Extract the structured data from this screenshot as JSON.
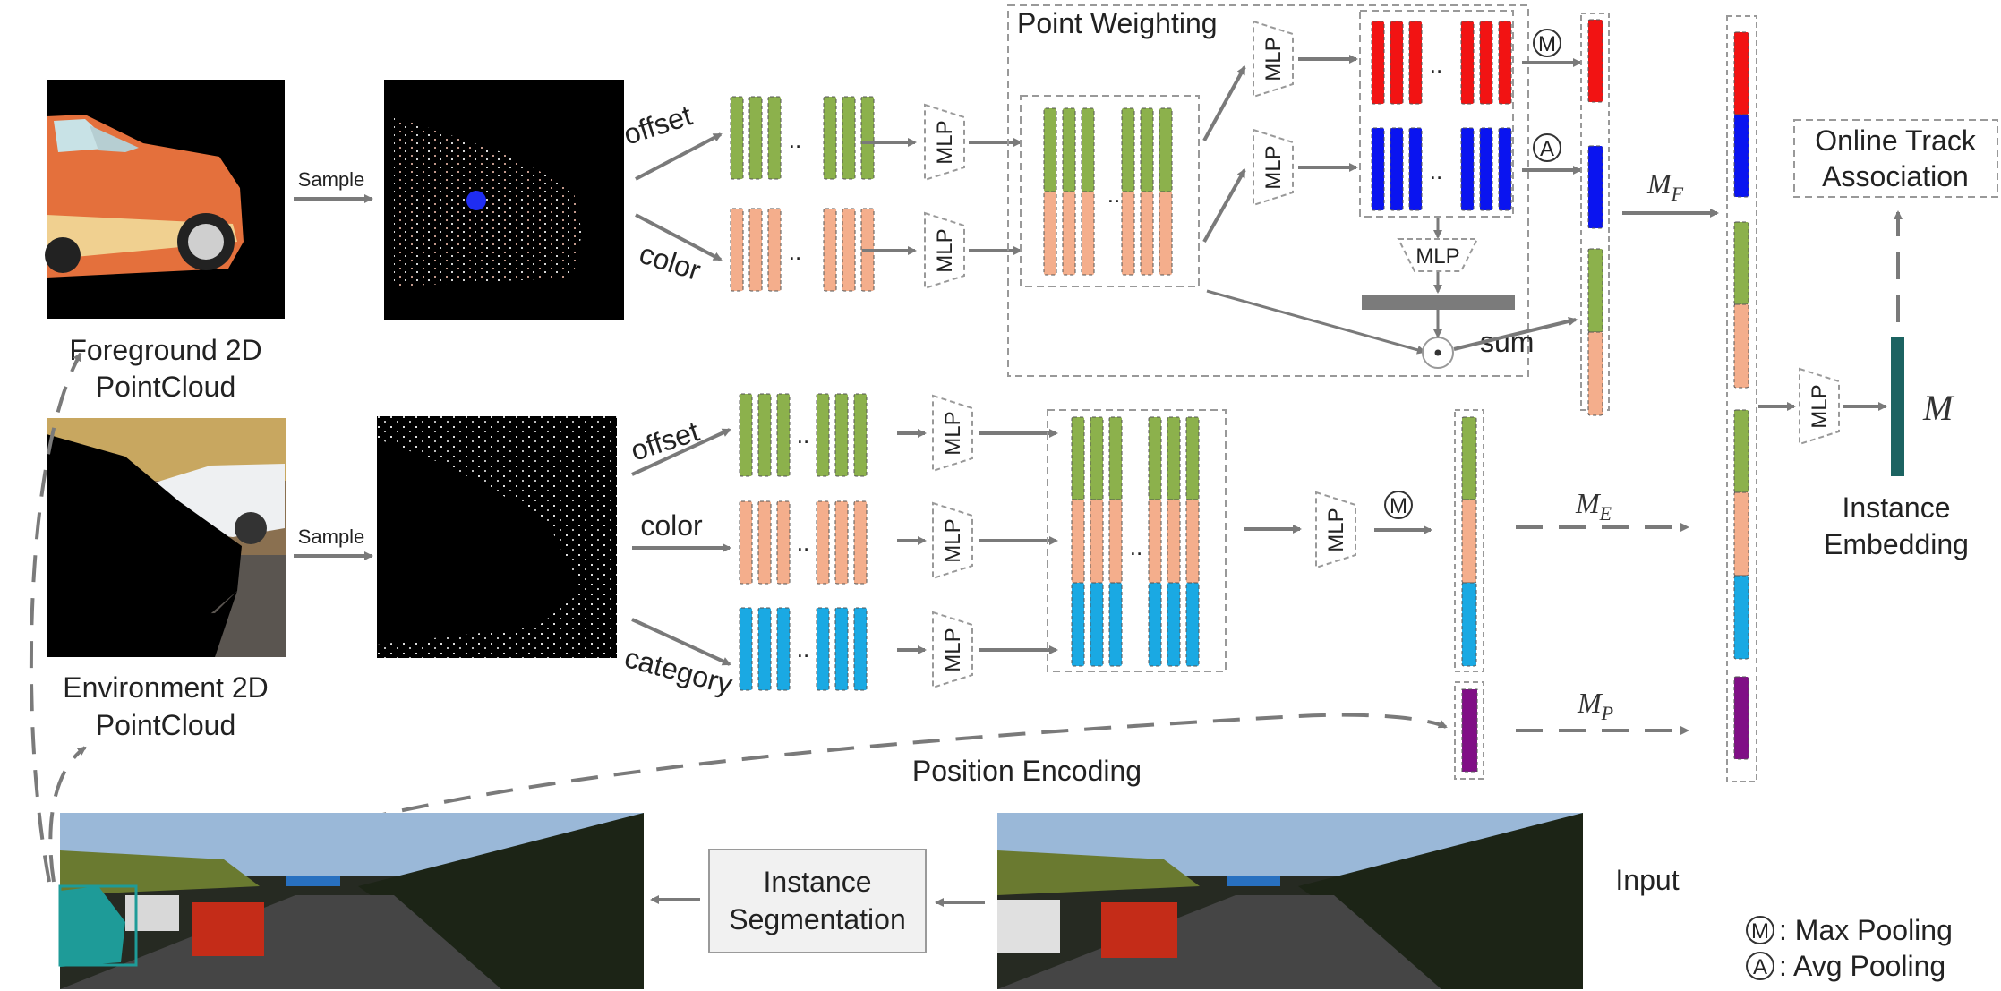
{
  "labels": {
    "point_weighting": "Point Weighting",
    "sample_1": "Sample",
    "sample_2": "Sample",
    "offset_1": "offset",
    "color_1": "color",
    "offset_2": "offset",
    "color_2": "color",
    "category": "category",
    "mlp": "MLP",
    "sum": "sum",
    "m_f": "M",
    "m_f_sub": "F",
    "m_e": "M",
    "m_e_sub": "E",
    "m_p": "M",
    "m_p_sub": "P",
    "m_final": "M",
    "fg_line1": "Foreground  2D",
    "fg_line2": "PointCloud",
    "env_line1": "Environment 2D",
    "env_line2": "PointCloud",
    "position_encoding": "Position Encoding",
    "online_line1": "Online Track",
    "online_line2": "Association",
    "inst_emb_line1": "Instance",
    "inst_emb_line2": "Embedding",
    "inst_seg_line1": "Instance",
    "inst_seg_line2": "Segmentation",
    "input": "Input",
    "max_symbol": "M",
    "avg_symbol": "A",
    "max_pooling": ": Max Pooling",
    "avg_pooling": ": Avg Pooling",
    "ellipsis": ".."
  },
  "colors": {
    "green": "#8cb14c",
    "salmon": "#f4ae8c",
    "blue_cyan": "#1aa9e3",
    "red": "#f21313",
    "blue": "#0a14f0",
    "purple": "#800f86",
    "teal": "#1c6361",
    "arrow": "#7a7a7a"
  }
}
